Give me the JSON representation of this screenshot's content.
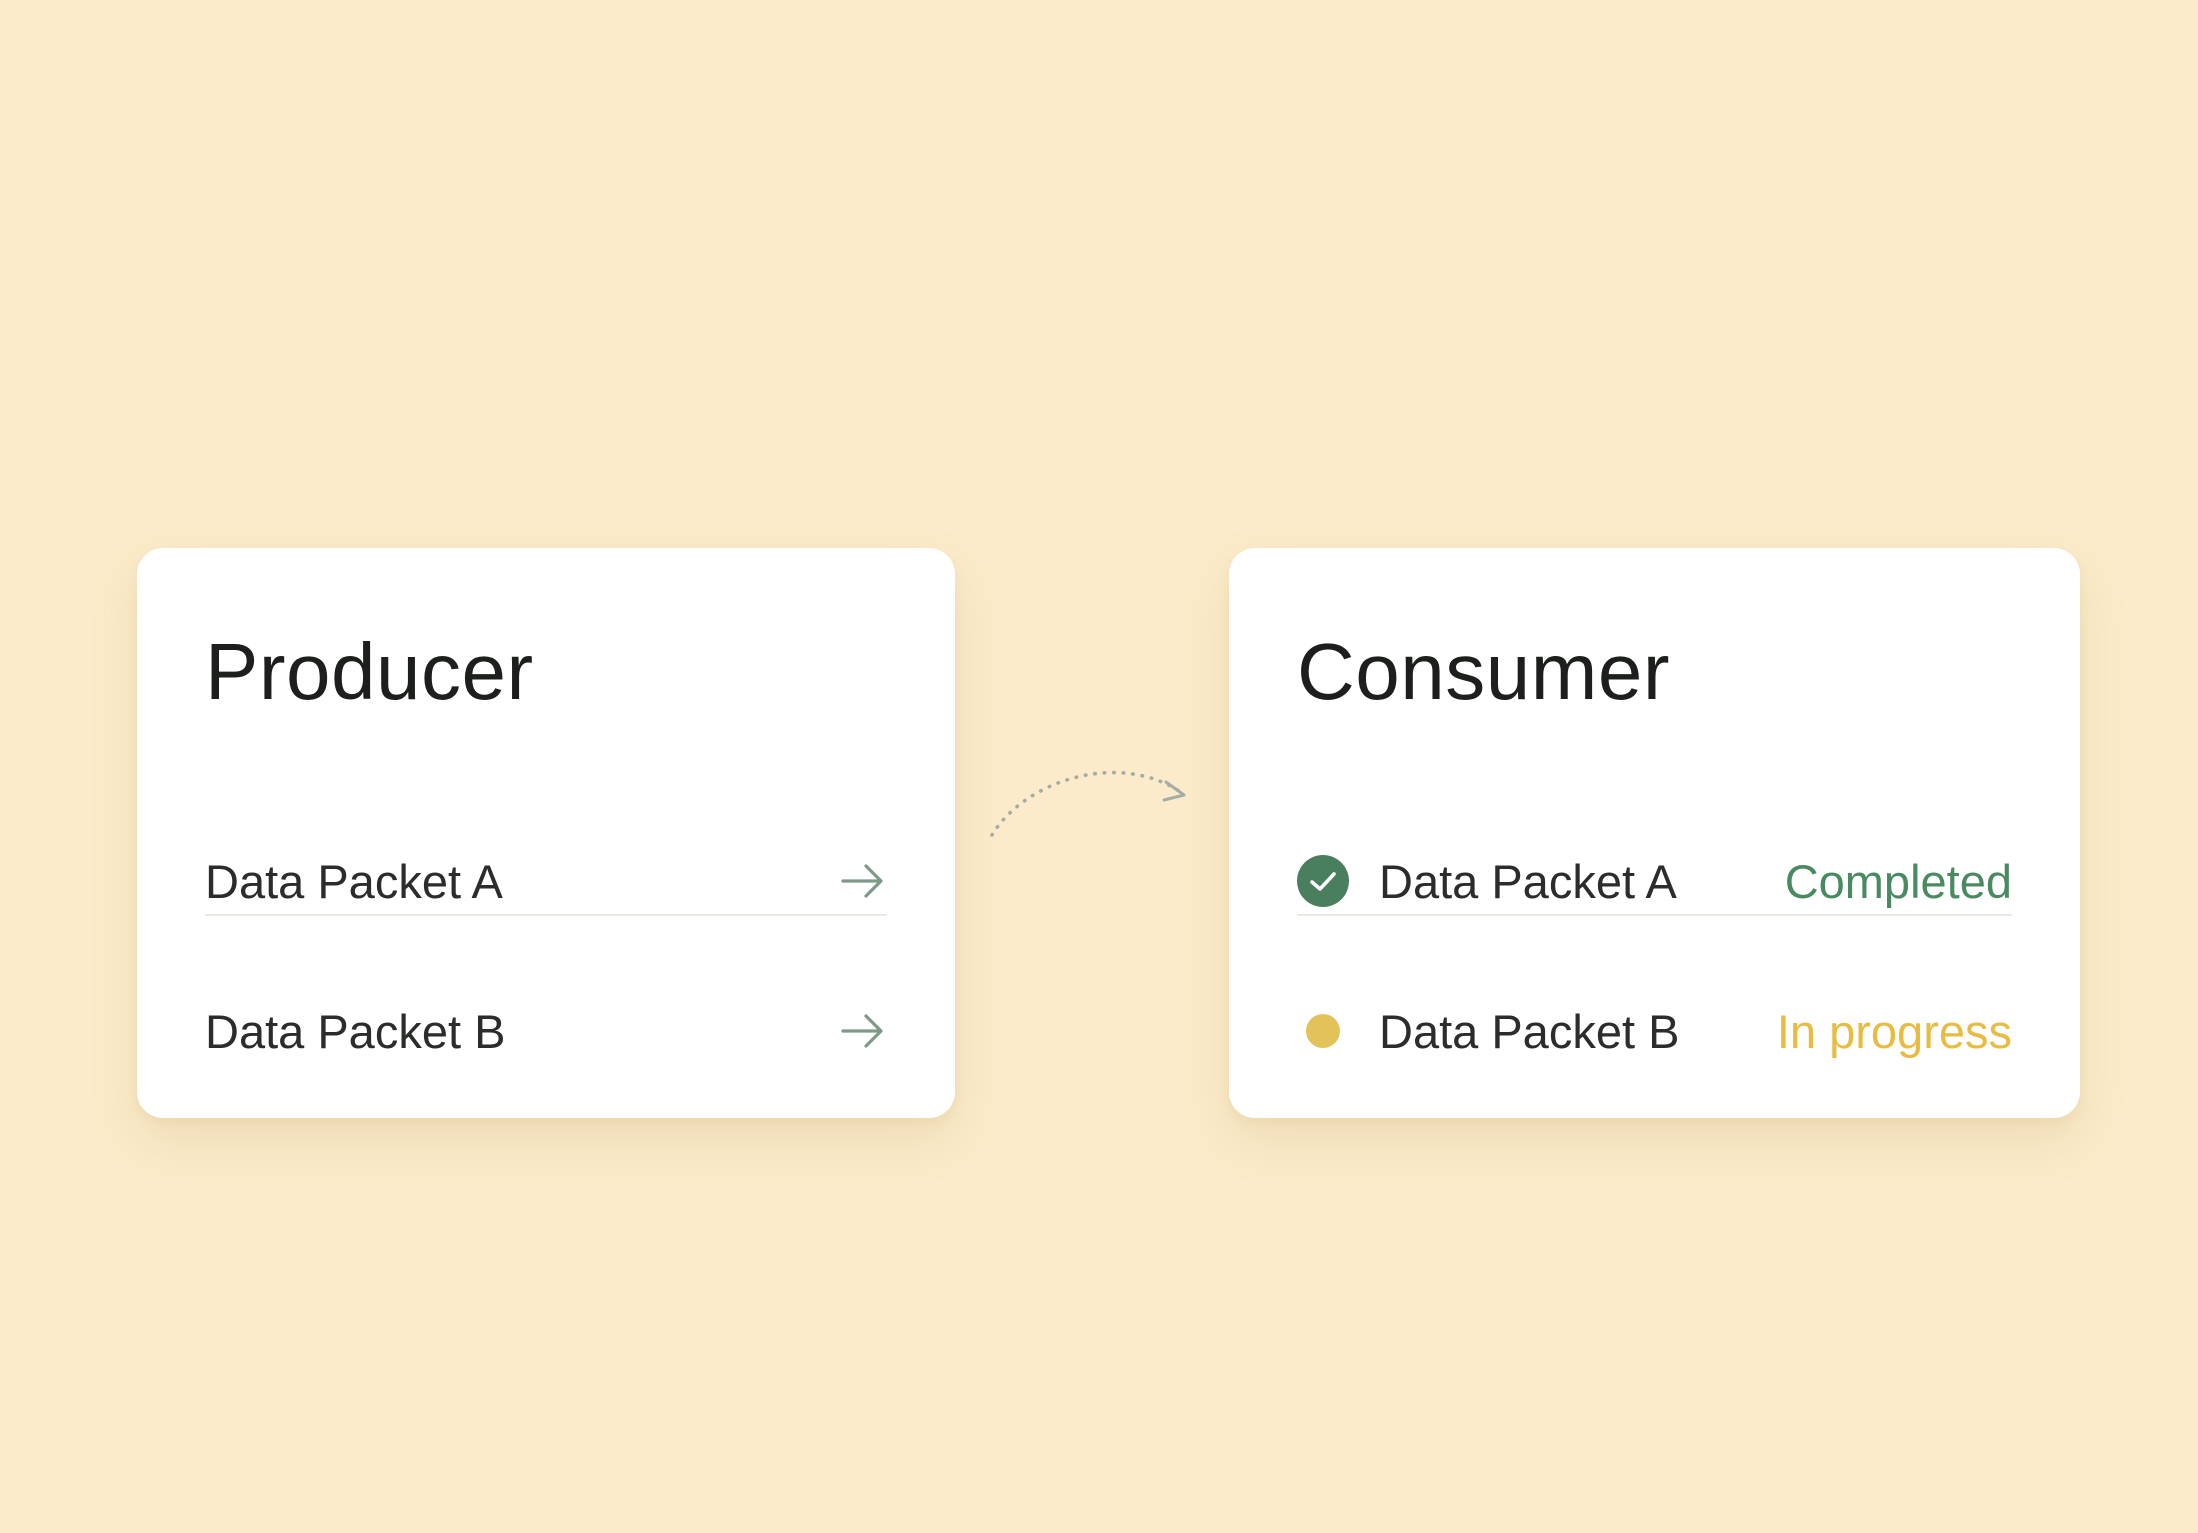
{
  "colors": {
    "background": "#fbebca",
    "card": "#ffffff",
    "completed": "#4a8a62",
    "in_progress": "#e8bc43",
    "arrow": "#7d9a88"
  },
  "producer": {
    "title": "Producer",
    "items": [
      {
        "label": "Data Packet A",
        "icon": "arrow-right-icon"
      },
      {
        "label": "Data Packet B",
        "icon": "arrow-right-icon"
      }
    ]
  },
  "consumer": {
    "title": "Consumer",
    "items": [
      {
        "label": "Data Packet A",
        "status": "Completed",
        "icon": "check-circle-icon"
      },
      {
        "label": "Data Packet B",
        "status": "In progress",
        "icon": "yellow-dot-icon"
      }
    ]
  },
  "connector": {
    "icon": "dotted-curved-arrow-icon"
  }
}
